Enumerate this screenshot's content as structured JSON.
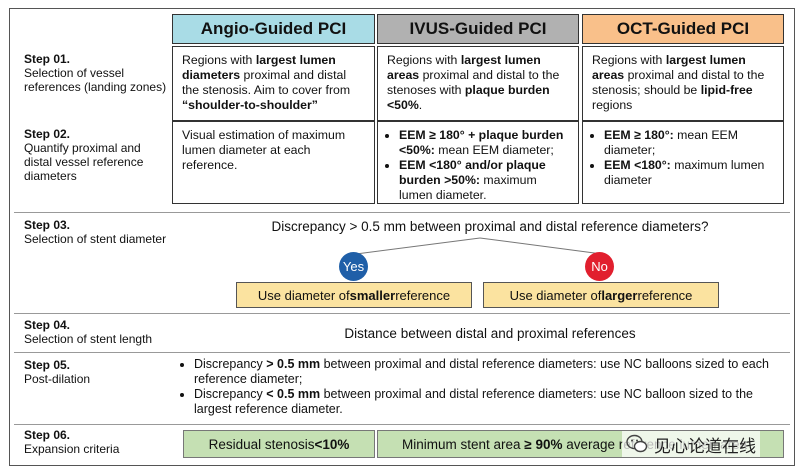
{
  "headers": {
    "angio": "Angio-Guided PCI",
    "ivus": "IVUS-Guided PCI",
    "oct": "OCT-Guided PCI"
  },
  "steps": [
    {
      "no": "Step 01.",
      "desc": "Selection of vessel references (landing zones)"
    },
    {
      "no": "Step 02.",
      "desc": "Quantify proximal and distal vessel reference diameters"
    },
    {
      "no": "Step 03.",
      "desc": "Selection of stent diameter"
    },
    {
      "no": "Step 04.",
      "desc": "Selection of stent length"
    },
    {
      "no": "Step 05.",
      "desc": "Post-dilation"
    },
    {
      "no": "Step 06.",
      "desc": "Expansion criteria"
    }
  ],
  "step1": {
    "angio": {
      "a": "Regions with ",
      "b": "largest lumen diameters",
      "c": " proximal and distal the stenosis. Aim to cover from ",
      "d": "“shoulder-to-shoulder”"
    },
    "ivus": {
      "a": "Regions with ",
      "b": "largest lumen areas",
      "c": " proximal and distal to the stenoses with ",
      "d": "plaque burden <50%",
      "e": "."
    },
    "oct": {
      "a": "Regions with ",
      "b": "largest lumen areas",
      "c": " proximal and distal to the stenosis; should be ",
      "d": "lipid-free",
      "e": " regions"
    }
  },
  "step2": {
    "angio": "Visual estimation of maximum lumen diameter at each reference.",
    "ivus": [
      {
        "b": "EEM ≥ 180° + plaque burden <50%:",
        "t": " mean EEM diameter;"
      },
      {
        "b": "EEM <180° and/or plaque burden >50%:",
        "t": " maximum lumen diameter."
      }
    ],
    "oct": [
      {
        "b": "EEM ≥ 180°:",
        "t": " mean EEM diameter;"
      },
      {
        "b": "EEM <180°:",
        "t": " maximum lumen diameter"
      }
    ]
  },
  "step3": {
    "question": "Discrepancy > 0.5 mm between proximal and distal reference diameters?",
    "yes": "Yes",
    "no": "No",
    "left": {
      "a": "Use diameter of ",
      "b": "smaller",
      "c": " reference"
    },
    "right": {
      "a": "Use diameter of ",
      "b": "larger",
      "c": " reference"
    }
  },
  "step4": {
    "text": "Distance between distal and proximal references"
  },
  "step5": [
    {
      "a": "Discrepancy ",
      "b": "> 0.5 mm",
      "c": " between proximal and distal reference diameters: use NC balloons sized to each reference diameter;"
    },
    {
      "a": "Discrepancy ",
      "b": "< 0.5 mm",
      "c": " between proximal and distal reference diameters: use NC balloon sized to the largest reference diameter."
    }
  ],
  "step6": {
    "left": {
      "a": "Residual stenosis ",
      "b": "<10%"
    },
    "right": {
      "a": "Minimum stent area ",
      "b": "≥ 90%",
      "c": " average reference lumen area"
    }
  },
  "watermark": {
    "icon": "wechat-icon",
    "text": "见心论道在线"
  },
  "colors": {
    "angio": "#a9dce6",
    "ivus": "#b1b1b1",
    "oct": "#f9c08a",
    "yes": "#1f5fa8",
    "no": "#e11f2e",
    "yellow": "#fbe3a0",
    "green": "#c5e0b3"
  }
}
